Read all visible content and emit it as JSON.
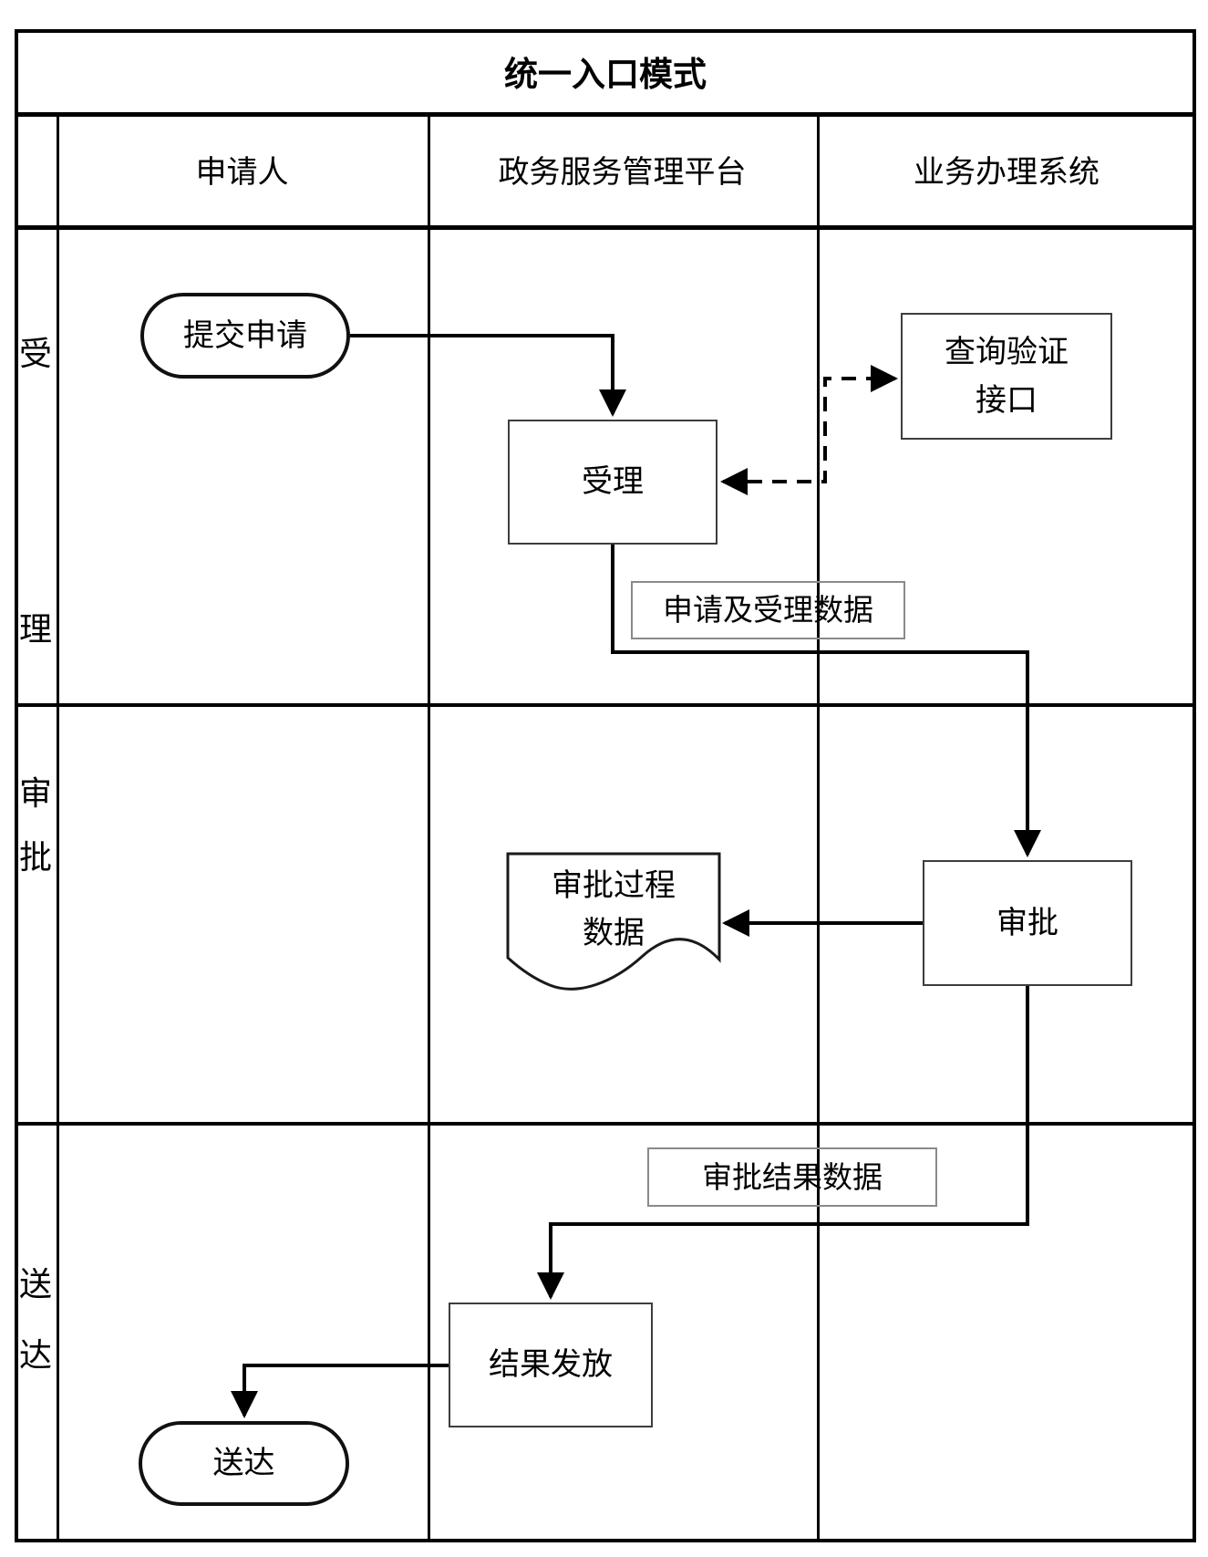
{
  "diagram": {
    "title": "统一入口模式",
    "type": "swimlane-flowchart"
  },
  "columns": [
    {
      "label": "申请人"
    },
    {
      "label": "政务服务管理平台"
    },
    {
      "label": "业务办理系统"
    }
  ],
  "lanes": [
    {
      "label": "受理",
      "chars": [
        "受",
        "理"
      ]
    },
    {
      "label": "审批",
      "chars": [
        "审",
        "批"
      ]
    },
    {
      "label": "送达",
      "chars": [
        "送",
        "达"
      ]
    }
  ],
  "nodes": {
    "submit": {
      "label": "提交申请",
      "shape": "stadium",
      "lane": "受理",
      "column": "申请人"
    },
    "accept": {
      "label": "受理",
      "shape": "process",
      "lane": "受理",
      "column": "政务服务管理平台"
    },
    "query_interface": {
      "label": "查询验证接口",
      "lines": [
        "查询验证",
        "接口"
      ],
      "shape": "process",
      "lane": "受理",
      "column": "业务办理系统"
    },
    "apply_accept_data": {
      "label": "申请及受理数据",
      "shape": "data-label",
      "lane": "受理"
    },
    "approve": {
      "label": "审批",
      "shape": "process",
      "lane": "审批",
      "column": "业务办理系统"
    },
    "approval_process_data": {
      "label": "审批过程数据",
      "lines": [
        "审批过程",
        "数据"
      ],
      "shape": "document",
      "lane": "审批",
      "column": "政务服务管理平台"
    },
    "approval_result_data": {
      "label": "审批结果数据",
      "shape": "data-label",
      "lane": "送达"
    },
    "result_issue": {
      "label": "结果发放",
      "shape": "process",
      "lane": "送达",
      "column": "政务服务管理平台"
    },
    "deliver": {
      "label": "送达",
      "shape": "stadium",
      "lane": "送达",
      "column": "申请人"
    }
  },
  "edges": [
    {
      "from": "submit",
      "to": "accept",
      "style": "solid"
    },
    {
      "from": "accept",
      "to": "query_interface",
      "style": "dashed",
      "bidirectional": true
    },
    {
      "from": "accept",
      "to": "approve",
      "style": "solid",
      "via_label": "申请及受理数据"
    },
    {
      "from": "approve",
      "to": "approval_process_data",
      "style": "solid"
    },
    {
      "from": "approve",
      "to": "result_issue",
      "style": "solid",
      "via_label": "审批结果数据"
    },
    {
      "from": "result_issue",
      "to": "deliver",
      "style": "solid"
    }
  ],
  "colors": {
    "line": "#000000",
    "process_border": "#3d3d3d",
    "label_border": "#8a8a8a",
    "background": "#ffffff"
  }
}
